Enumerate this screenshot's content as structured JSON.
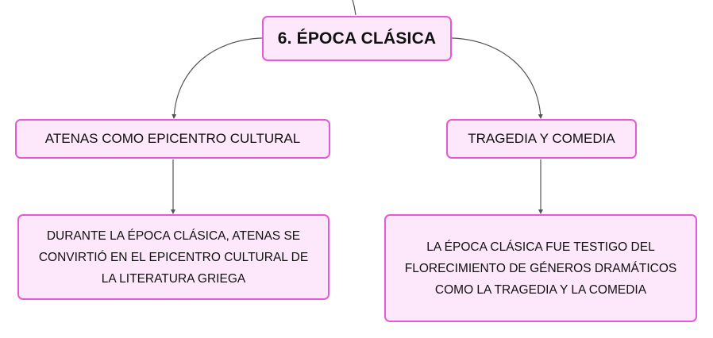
{
  "diagram": {
    "root": {
      "label": "6. ÉPOCA CLÁSICA"
    },
    "branches": [
      {
        "topic": "ATENAS COMO EPICENTRO CULTURAL",
        "detail_lines": [
          "DURANTE LA ÉPOCA CLÁSICA, ATENAS SE",
          "CONVIRTIÓ EN EL EPICENTRO CULTURAL DE",
          "LA LITERATURA GRIEGA"
        ]
      },
      {
        "topic": "TRAGEDIA Y COMEDIA",
        "detail_lines": [
          "LA ÉPOCA CLÁSICA FUE TESTIGO DEL",
          "FLORECIMIENTO DE GÉNEROS DRAMÁTICOS",
          "COMO LA TRAGEDIA Y LA COMEDIA"
        ]
      }
    ],
    "colors": {
      "node_fill": "#fde7fa",
      "node_border": "#e45ad6",
      "connector": "#555555",
      "text": "#111111"
    }
  }
}
